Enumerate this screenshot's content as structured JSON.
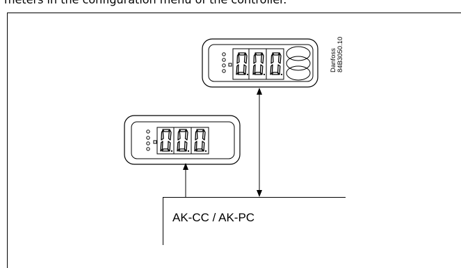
{
  "caption": {
    "text": "meters in the configuration menu of the controller."
  },
  "diagram": {
    "controller_label": "AK-CC / AK-PC",
    "brand_label": "Danfoss",
    "code_label": "84B3050.10",
    "display_large": {
      "digits": "000"
    },
    "display_small": {
      "digits": "000"
    }
  }
}
